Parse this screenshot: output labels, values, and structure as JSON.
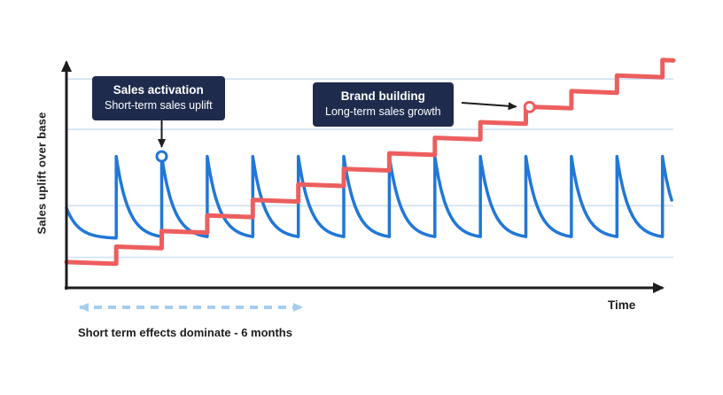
{
  "page": {
    "background": "#ffffff"
  },
  "chart_data": {
    "type": "line",
    "title": "",
    "xlabel": "Time",
    "ylabel": "Sales uplift over base",
    "x_range": [
      0,
      100
    ],
    "y_range": [
      0,
      100
    ],
    "grid": true,
    "grid_y_values": [
      13,
      35,
      67.5,
      89
    ],
    "series": [
      {
        "name": "Sales activation",
        "shape": "sawtooth",
        "color": "#2177d8",
        "base_value": 21,
        "peak_value": 56,
        "start_value": 34,
        "decay_rate": 0.5,
        "spike_x": [
          8.2,
          15.7,
          23.2,
          30.7,
          38.2,
          45.7,
          53.2,
          60.7,
          68.2,
          75.7,
          83.2,
          90.7,
          98.2
        ]
      },
      {
        "name": "Brand building",
        "shape": "step",
        "color": "#ed5e5e",
        "start_value": 11,
        "step_height": 7.3,
        "plateau_slope": -0.09,
        "step_x": [
          8.2,
          15.7,
          23.2,
          30.7,
          38.2,
          45.7,
          53.2,
          60.7,
          68.2,
          75.7,
          83.2,
          90.7,
          98.2
        ]
      }
    ],
    "markers": [
      {
        "series": "Sales activation",
        "x": 15.7,
        "y": 56,
        "color": "#2177d8"
      },
      {
        "series": "Brand building",
        "x": 76.3,
        "y": 77,
        "color": "#ed5e5e"
      }
    ],
    "legend": "none"
  },
  "annotations": {
    "activation": {
      "title": "Sales activation",
      "subtitle": "Short-term sales uplift"
    },
    "brand": {
      "title": "Brand building",
      "subtitle": "Long-term sales growth"
    }
  },
  "footer": {
    "range_note": "Short term effects dominate - 6 months"
  },
  "colors": {
    "annotation_bg": "#1e2b4c",
    "grid": "#cfe2f3",
    "axis": "#1d1d1f",
    "dashed_arrow": "#a6cdf0",
    "activation_blue": "#2177d8",
    "brand_red": "#ed5e5e"
  }
}
